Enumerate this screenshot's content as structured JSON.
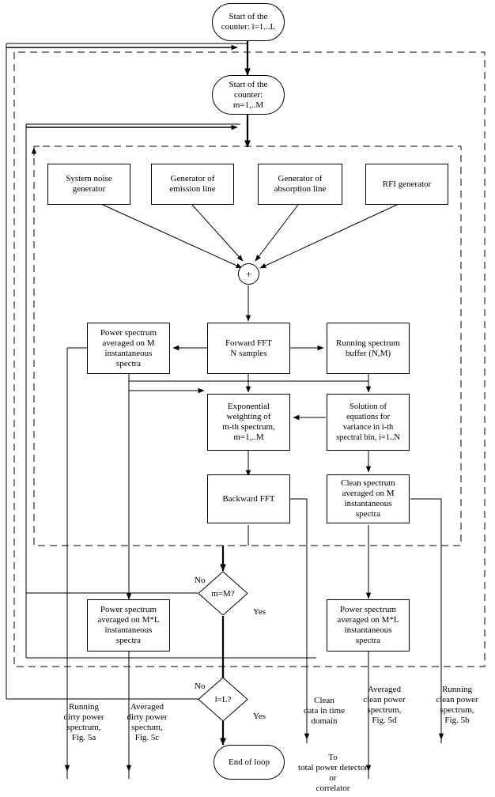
{
  "diagram": {
    "title": "RFI mitigation processing flowchart",
    "type": "flowchart",
    "colors": {
      "stroke": "#000000",
      "background": "#ffffff",
      "text": "#000000"
    },
    "terminators": [
      {
        "id": "start_l",
        "label": "Start of the\ncounter: l=1...L"
      },
      {
        "id": "start_m",
        "label": "Start of the\ncounter:\nm=1,..M"
      },
      {
        "id": "end",
        "label": "End of loop"
      }
    ],
    "sum_node": {
      "id": "sum",
      "symbol": "+"
    },
    "boxes": [
      {
        "id": "system_noise",
        "label": "System noise\ngenerator"
      },
      {
        "id": "emission_line",
        "label": "Generator of\nemission line"
      },
      {
        "id": "absorption_line",
        "label": "Generator of\nabsorption line"
      },
      {
        "id": "rfi_generator",
        "label": "RFI generator"
      },
      {
        "id": "pow_spec_m",
        "label": "Power spectrum\naveraged on M\ninstantaneous\nspectra"
      },
      {
        "id": "forward_fft",
        "label": "Forward FFT\nN samples"
      },
      {
        "id": "running_buffer",
        "label": "Running spectrum\nbuffer (N,M)"
      },
      {
        "id": "exp_weighting",
        "label": "Exponential\nweighting of\nm-th spectrum,\nm=1,..M"
      },
      {
        "id": "solution_eq",
        "label": "Solution of\nequations  for\nvariance in i-th\nspectral bin, i=1..N"
      },
      {
        "id": "backward_fft",
        "label": "Backward FFT"
      },
      {
        "id": "clean_spec_m",
        "label": "Clean spectrum\naveraged on M\ninstantaneous\nspectra"
      },
      {
        "id": "pow_spec_ml_left",
        "label": "Power spectrum\naveraged on M*L\ninstantaneous\nspectra"
      },
      {
        "id": "pow_spec_ml_right",
        "label": "Power spectrum\naveraged on M*L\ninstantaneous\nspectra"
      }
    ],
    "decisions": [
      {
        "id": "dec_m",
        "label": "m=M?",
        "no_label": "No",
        "yes_label": "Yes"
      },
      {
        "id": "dec_l",
        "label": "l=L?",
        "no_label": "No",
        "yes_label": "Yes"
      }
    ],
    "output_labels": [
      {
        "id": "out_running_dirty",
        "label": "Running\ndirty power\nspectrum,\nFig. 5a"
      },
      {
        "id": "out_avg_dirty",
        "label": "Averaged\ndirty power\nspectum,\nFig. 5c"
      },
      {
        "id": "out_clean_time",
        "label": "Clean\ndata in time\ndomain"
      },
      {
        "id": "out_avg_clean",
        "label": "Averaged\nclean power\nspectrum,\nFig. 5d"
      },
      {
        "id": "out_running_clean",
        "label": "Running\nclean power\nspectrum,\nFig. 5b"
      },
      {
        "id": "out_to_detector",
        "label": "To\ntotal power detector\nor\ncorrelator"
      }
    ]
  }
}
